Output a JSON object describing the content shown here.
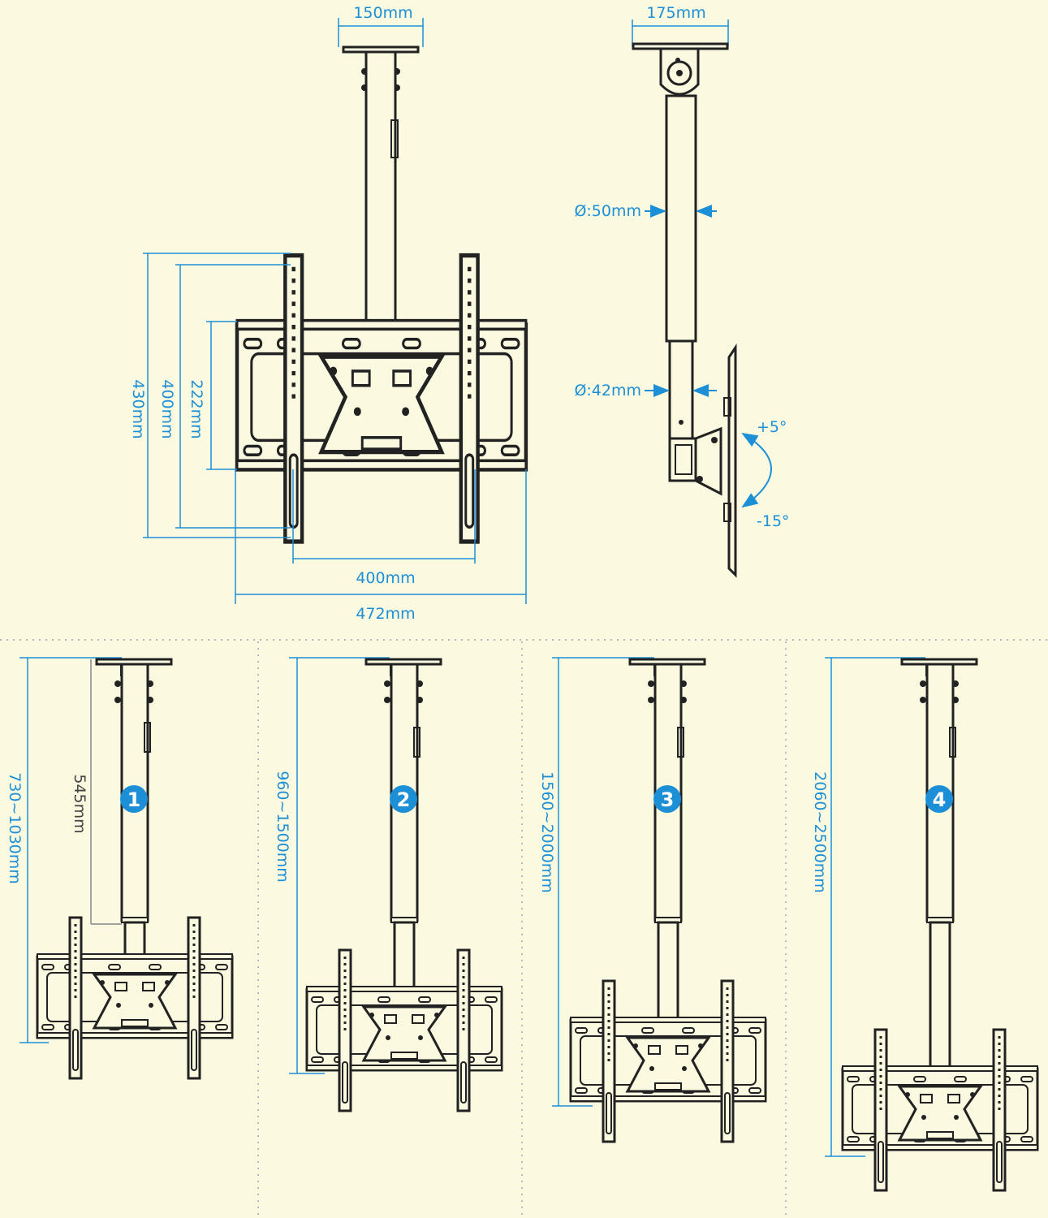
{
  "colors": {
    "background": "#fbf9e0",
    "dimension": "#1d8fd6",
    "line": "#222222",
    "step_badge": "#1d8fd6"
  },
  "front_view": {
    "plate_width": "150mm",
    "overall_height": "430mm",
    "hole_height": "400mm",
    "plate_height": "222mm",
    "hole_width": "400mm",
    "overall_width": "472mm"
  },
  "side_view": {
    "plate_width": "175mm",
    "upper_pole_diameter": "Ø:50mm",
    "lower_pole_diameter": "Ø:42mm",
    "tilt_up": "+5°",
    "tilt_down": "-15°"
  },
  "configurations": [
    {
      "number": "1",
      "height_range": "730~1030mm",
      "pole_length": "545mm"
    },
    {
      "number": "2",
      "height_range": "960~1500mm"
    },
    {
      "number": "3",
      "height_range": "1560~2000mm"
    },
    {
      "number": "4",
      "height_range": "2060~2500mm"
    }
  ]
}
